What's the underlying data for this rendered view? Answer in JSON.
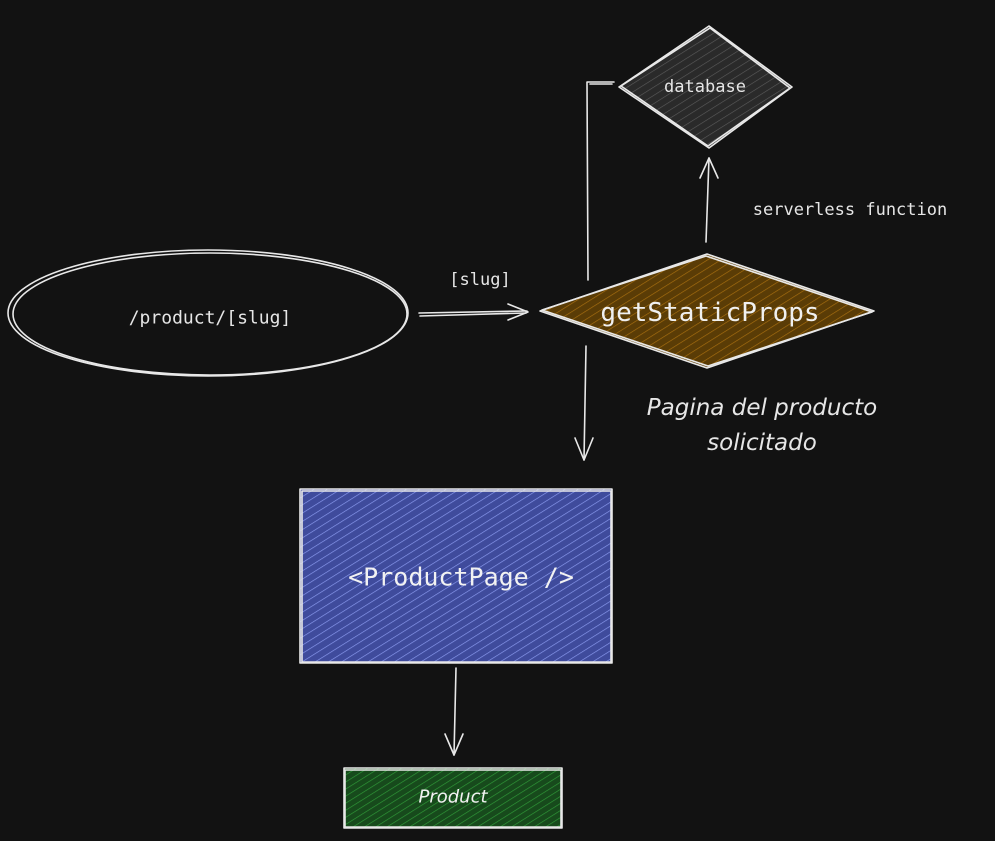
{
  "diagram": {
    "route_node": {
      "label": "/product/[slug]",
      "shape": "ellipse"
    },
    "param_edge": {
      "label": "[slug]"
    },
    "data_fetch_node": {
      "label": "getStaticProps",
      "shape": "diamond",
      "fill": "#6b4a08"
    },
    "database_node": {
      "label": "database",
      "shape": "diamond",
      "fill": "#3a3a3a"
    },
    "serverless_edge": {
      "label": "serverless function"
    },
    "result_edge": {
      "label_lines": [
        "Pagina del producto",
        "solicitado"
      ]
    },
    "page_component_node": {
      "label": "<ProductPage />",
      "shape": "rectangle",
      "fill": "#3e4a9a"
    },
    "product_node": {
      "label": "Product",
      "shape": "rectangle",
      "fill": "#1e5a24"
    }
  },
  "colors": {
    "background": "#121212",
    "stroke": "#e8e8e8",
    "hatch_blue": "#7c8ce6",
    "hatch_brown": "#a06a10",
    "hatch_green": "#2f8f36",
    "hatch_gray": "#6a6a6a"
  }
}
